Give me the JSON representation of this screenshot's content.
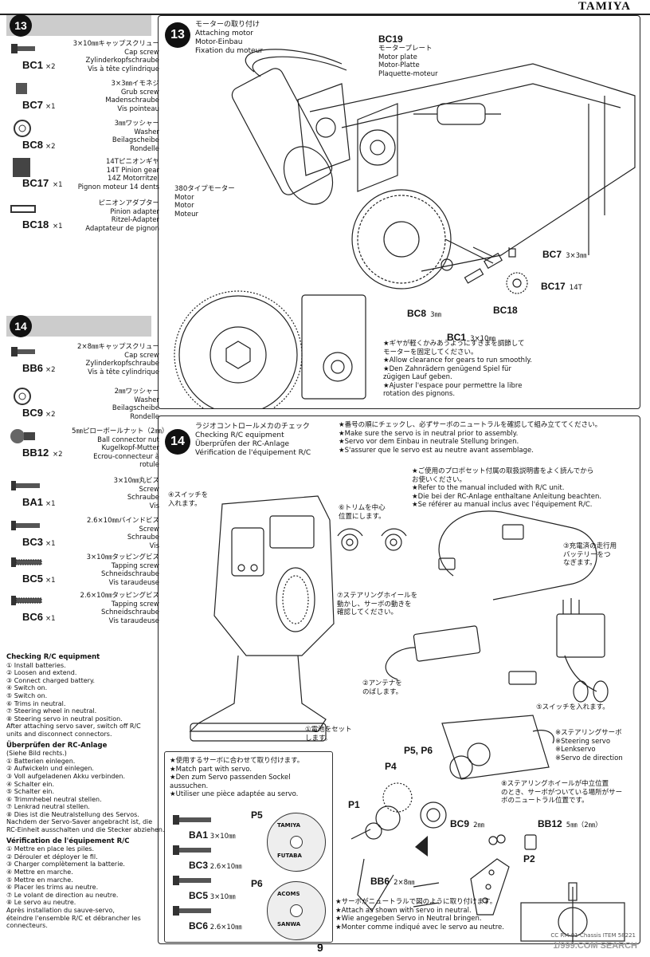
{
  "brand": "TAMIYA",
  "page_number": "9",
  "watermark": "1/999.COM SEARCH",
  "watermark_ref": "CC RM-01 Chassis ITEM 58221",
  "step13": {
    "number": "13",
    "title_jp": "モーターの取り付け",
    "title_en": "Attaching motor",
    "title_de": "Motor-Einbau",
    "title_fr": "Fixation du moteur",
    "parts": [
      {
        "code": "BC1",
        "qty": "×2",
        "lines": [
          "3×10㎜キャップスクリュー",
          "Cap screw",
          "Zylinderkopfschraube",
          "Vis à tête cylindrique"
        ]
      },
      {
        "code": "BC7",
        "qty": "×1",
        "lines": [
          "3×3㎜イモネジ",
          "Grub screw",
          "Madenschraube",
          "Vis pointeau"
        ]
      },
      {
        "code": "BC8",
        "qty": "×2",
        "lines": [
          "3㎜ワッシャー",
          "Washer",
          "Beilagscheibe",
          "Rondelle"
        ]
      },
      {
        "code": "BC17",
        "qty": "×1",
        "lines": [
          "14Tピニオンギヤ",
          "14T Pinion gear",
          "14Z Motorritzel",
          "Pignon moteur 14 dents"
        ]
      },
      {
        "code": "BC18",
        "qty": "×1",
        "lines": [
          "ピニオンアダプター",
          "Pinion adapter",
          "Ritzel-Adapter",
          "Adaptateur de pignon"
        ]
      }
    ],
    "labels": {
      "bc19_code": "BC19",
      "bc19_lines": [
        "モータープレート",
        "Motor plate",
        "Motor-Platte",
        "Plaquette-moteur"
      ],
      "motor_lines": [
        "380タイプモーター",
        "Motor",
        "Motor",
        "Moteur"
      ],
      "bc7": "BC7",
      "bc7_size": "3×3㎜",
      "bc17": "BC17",
      "bc17_size": "14T",
      "bc8": "BC8",
      "bc8_size": "3㎜",
      "bc18": "BC18",
      "bc1": "BC1",
      "bc1_size": "3×10㎜"
    },
    "note": [
      "★ギヤが軽くかみあうようにすきまを調節して",
      "モーターを固定してください。",
      "★Allow clearance for gears to run smoothly.",
      "★Den Zahnrädern genügend Spiel für",
      "zügigen Lauf geben.",
      "★Ajuster l'espace pour permettre la libre",
      "rotation des pignons."
    ]
  },
  "step14": {
    "number": "14",
    "title_jp": "ラジオコントロールメカのチェック",
    "title_en": "Checking R/C equipment",
    "title_de": "Überprüfen der RC-Anlage",
    "title_fr": "Vérification de l'équipement R/C",
    "parts": [
      {
        "code": "BB6",
        "qty": "×2",
        "lines": [
          "2×8㎜キャップスクリュー",
          "Cap screw",
          "Zylinderkopfschraube",
          "Vis à tête cylindrique"
        ]
      },
      {
        "code": "BC9",
        "qty": "×2",
        "lines": [
          "2㎜ワッシャー",
          "Washer",
          "Beilagscheibe",
          "Rondelle"
        ]
      },
      {
        "code": "BB12",
        "qty": "×2",
        "lines": [
          "5㎜ピローボールナット（2㎜）",
          "Ball connector nut",
          "Kugelkopf-Mutter",
          "Ecrou-connecteur à",
          "rotule"
        ]
      },
      {
        "code": "BA1",
        "qty": "×1",
        "lines": [
          "3×10㎜丸ビス",
          "Screw",
          "Schraube",
          "Vis"
        ]
      },
      {
        "code": "BC3",
        "qty": "×1",
        "lines": [
          "2.6×10㎜バインドビス",
          "Screw",
          "Schraube",
          "Vis"
        ]
      },
      {
        "code": "BC5",
        "qty": "×1",
        "lines": [
          "3×10㎜タッピングビス",
          "Tapping screw",
          "Schneidschraube",
          "Vis taraudeuse"
        ]
      },
      {
        "code": "BC6",
        "qty": "×1",
        "lines": [
          "2.6×10㎜タッピングビス",
          "Tapping screw",
          "Schneidschraube",
          "Vis taraudeuse"
        ]
      }
    ],
    "neutral_note": [
      "★番号の順にチェックし、必ずサーボのニュートラルを確認して組み立ててください。",
      "★Make sure the servo is in neutral prior to assembly.",
      "★Servo vor dem Einbau in neutrale Stellung bringen.",
      "★S'assurer que le servo est au neutre avant assemblage."
    ],
    "manual_note": [
      "★ご使用のプロポセット付属の取扱説明書をよく読んでから",
      "お使いください。",
      "★Refer to the manual included with R/C unit.",
      "★Die bei der RC-Anlage enthaltane Anleitung beachten.",
      "★Se référer au manual inclus avec l'équipement R/C."
    ],
    "callouts": {
      "c4": [
        "④スイッチを",
        "入れます。"
      ],
      "c6": [
        "⑥トリムを中心",
        "位置にします。"
      ],
      "c3": [
        "③充電済の走行用",
        "バッテリーをつ",
        "なぎます。"
      ],
      "c7": [
        "⑦ステアリングホイールを",
        "動かし、サーボの動きを",
        "確認してください。"
      ],
      "c2": [
        "②アンテナを",
        "のばします。"
      ],
      "c5": "⑤スイッチを入れます。",
      "c1": [
        "①電池をセット",
        "します。"
      ],
      "c8": [
        "⑧ステアリングホイールが中立位置",
        "のとき、サーボがついている場所がサー",
        "ボのニュートラル位置です。"
      ]
    },
    "servo_lines": [
      "※ステアリングサーボ",
      "※Steering servo",
      "※Lenkservo",
      "※Servo de direction"
    ],
    "servo_parts_note": [
      "★使用するサーボに合わせて取り付けます。",
      "★Match part with servo.",
      "★Den zum Servo passenden Sockel",
      "aussuchen.",
      "★Utiliser une pièce adaptée au servo."
    ],
    "servo_options": [
      {
        "code": "P5",
        "brand1": "TAMIYA",
        "brand2": "FUTABA"
      },
      {
        "code": "P6",
        "brand1": "ACOMS",
        "brand2": "SANWA"
      }
    ],
    "screws": [
      {
        "code": "BA1",
        "size": "3×10㎜"
      },
      {
        "code": "BC3",
        "size": "2.6×10㎜"
      },
      {
        "code": "BC5",
        "size": "3×10㎜"
      },
      {
        "code": "BC6",
        "size": "2.6×10㎜"
      }
    ],
    "diagram_labels": {
      "p56": "P5, P6",
      "p4": "P4",
      "p1": "P1",
      "p2": "P2",
      "bc9": "BC9",
      "bc9_size": "2㎜",
      "bb12": "BB12",
      "bb12_size": "5㎜（2㎜）",
      "bb6": "BB6",
      "bb6_size": "2×8㎜"
    },
    "attach_note": [
      "★サーボがニュートラルで図のように取り付けます。",
      "★Attach as shown with servo in neutral.",
      "★Wie angegeben Servo in Neutral bringen.",
      "★Monter comme indiqué avec le servo au neutre."
    ]
  },
  "checklist": {
    "en_title": "Checking R/C equipment",
    "en": [
      "① Install batteries.",
      "② Loosen and extend.",
      "③ Connect charged battery.",
      "④ Switch on.",
      "⑤ Switch on.",
      "⑥ Trims in neutral.",
      "⑦ Steering wheel in neutral.",
      "⑧ Steering servo in neutral position.",
      "After attaching servo saver, switch off R/C",
      "units and disconnect connectors."
    ],
    "de_title": "Überprüfen der RC-Anlage",
    "de_sub": "(Siehe Bild rechts.)",
    "de": [
      "① Batterien einlegen.",
      "② Aufwickeln und einlegen.",
      "③ Voll aufgeladenen Akku verbinden.",
      "④ Schalter ein.",
      "⑤ Schalter ein.",
      "⑥ Trimmhebel neutral stellen.",
      "⑦ Lenkrad neutral stellen.",
      "⑧ Dies ist die Neutralstellung des Servos.",
      "Nachdem der Servo-Saver angebracht ist, die",
      "RC-Einheit ausschalten und die Stecker abziehen."
    ],
    "fr_title": "Vérification de l'équipement R/C",
    "fr": [
      "① Mettre en place les piles.",
      "② Dérouler et déployer le fil.",
      "③ Charger complètement la batterie.",
      "④ Mettre en marche.",
      "⑤ Mettre en marche.",
      "⑥ Placer les trims au neutre.",
      "⑦ Le volant de direction au neutre.",
      "⑧ Le servo au neutre.",
      "Après installation du sauve-servo,",
      "éteindre l'ensemble R/C et débrancher les",
      "connecteurs."
    ]
  }
}
